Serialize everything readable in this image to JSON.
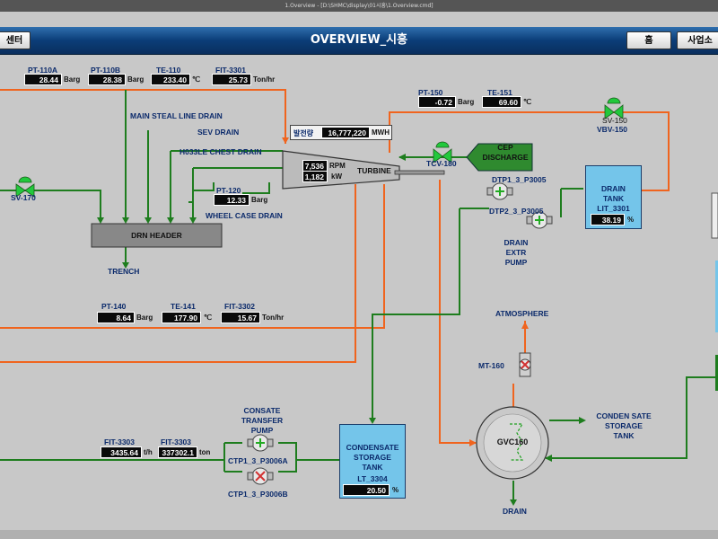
{
  "window": {
    "title": "1.Overview - [D:\\SHMC\\display\\01시흥\\1.Overview.cmd]"
  },
  "header": {
    "left_button": "센터",
    "title": "OVERVIEW_시흥",
    "home_button": "홈",
    "site_button": "사업소"
  },
  "colors": {
    "pipe_orange": "#f0641e",
    "pipe_green": "#1e7d1e",
    "tank": "#74c5ea",
    "label": "#0b2a6b",
    "valve_green": "#22c83c",
    "valve_red": "#d23232"
  },
  "instruments": {
    "pt110a": {
      "tag": "PT-110A",
      "value": "28.44",
      "unit": "Barg"
    },
    "pt110b": {
      "tag": "PT-110B",
      "value": "28.38",
      "unit": "Barg"
    },
    "te110": {
      "tag": "TE-110",
      "value": "233.40",
      "unit": "℃"
    },
    "fit3301": {
      "tag": "FIT-3301",
      "value": "25.73",
      "unit": "Ton/hr"
    },
    "pt150": {
      "tag": "PT-150",
      "value": "-0.72",
      "unit": "Barg"
    },
    "te151": {
      "tag": "TE-151",
      "value": "69.60",
      "unit": "℃"
    },
    "pt120": {
      "tag": "PT-120",
      "value": "12.33",
      "unit": "Barg"
    },
    "pt140": {
      "tag": "PT-140",
      "value": "8.64",
      "unit": "Barg"
    },
    "te141": {
      "tag": "TE-141",
      "value": "177.90",
      "unit": "℃"
    },
    "fit3302": {
      "tag": "FIT-3302",
      "value": "15.67",
      "unit": "Ton/hr"
    },
    "fit3303a": {
      "tag": "FIT-3303",
      "value": "3435.64",
      "unit": "t/h"
    },
    "fit3303b": {
      "tag": "FIT-3303",
      "value": "337302.1",
      "unit": "ton"
    }
  },
  "generation": {
    "label": "발전량",
    "value": "16,777,220",
    "unit": "MWH"
  },
  "turbine": {
    "name": "TURBINE",
    "rpm": "7,536",
    "rpm_unit": "RPM",
    "kw": "1,182",
    "kw_unit": "kW"
  },
  "lines": {
    "main_steal": "MAIN STEAL LINE DRAIN",
    "sev_drain": "SEV DRAIN",
    "chest_drain": "H033LE CHEST DRAIN",
    "wheel_case": "WHEEL CASE DRAIN",
    "trench": "TRENCH",
    "atmosphere": "ATMOSPHERE",
    "drain": "DRAIN"
  },
  "equipment": {
    "drn_header": "DRN HEADER",
    "cep_discharge": "CEP\nDISCHARGE",
    "sv170": "SV-170",
    "tcv180": "TCV-180",
    "sv150": "SV-150",
    "vbv150": "VBV-150",
    "mt160": "MT-160",
    "gvc160": "GVC160",
    "condensate_storage": "CONDEN SATE\nSTORAGE\nTANK",
    "dtp1": "DTP1_3_P3005",
    "dtp2": "DTP2_3_P3005",
    "drain_pump": "DRAIN\nEXTR\nPUMP",
    "ctp1": "CTP1_3_P3006A",
    "ctp2": "CTP1_3_P3006B",
    "transfer_pump": "CONSATE\nTRANSFER\nPUMP"
  },
  "drain_tank": {
    "title": "DRAIN\nTANK",
    "tag": "LIT_3301",
    "level": "38.19",
    "unit": "%"
  },
  "cond_tank": {
    "title": "CONDENSATE\nSTORAGE\nTANK",
    "tag": "LT_3304",
    "level": "20.50",
    "unit": "%"
  }
}
